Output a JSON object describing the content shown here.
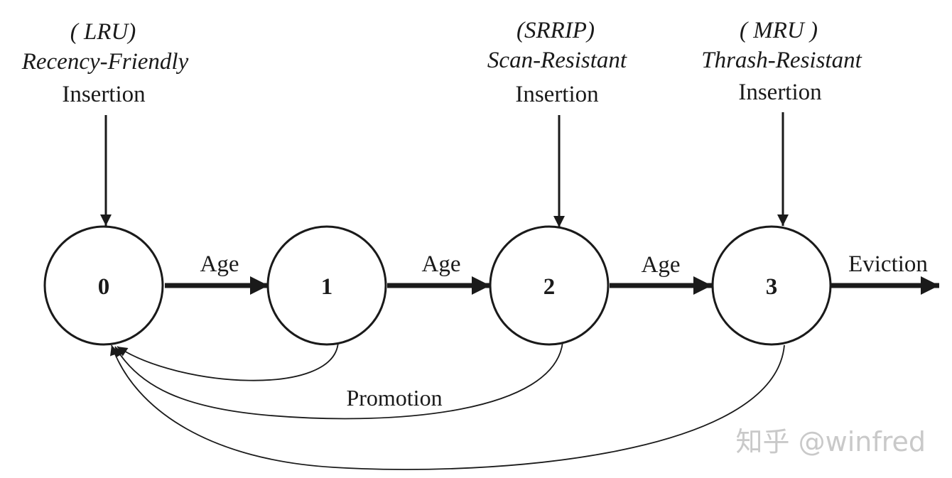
{
  "insertions": [
    {
      "policy": "( LRU)",
      "label": "Recency-Friendly",
      "action": "Insertion"
    },
    {
      "policy": "(SRRIP)",
      "label": "Scan-Resistant",
      "action": "Insertion"
    },
    {
      "policy": "( MRU )",
      "label": "Thrash-Resistant",
      "action": "Insertion"
    }
  ],
  "nodes": [
    "0",
    "1",
    "2",
    "3"
  ],
  "transitions": {
    "age_label": "Age",
    "eviction_label": "Eviction",
    "promotion_label": "Promotion"
  },
  "watermark": "知乎 @winfred",
  "colors": {
    "ink": "#1a1a1a",
    "watermark": "#c9c9c9"
  }
}
